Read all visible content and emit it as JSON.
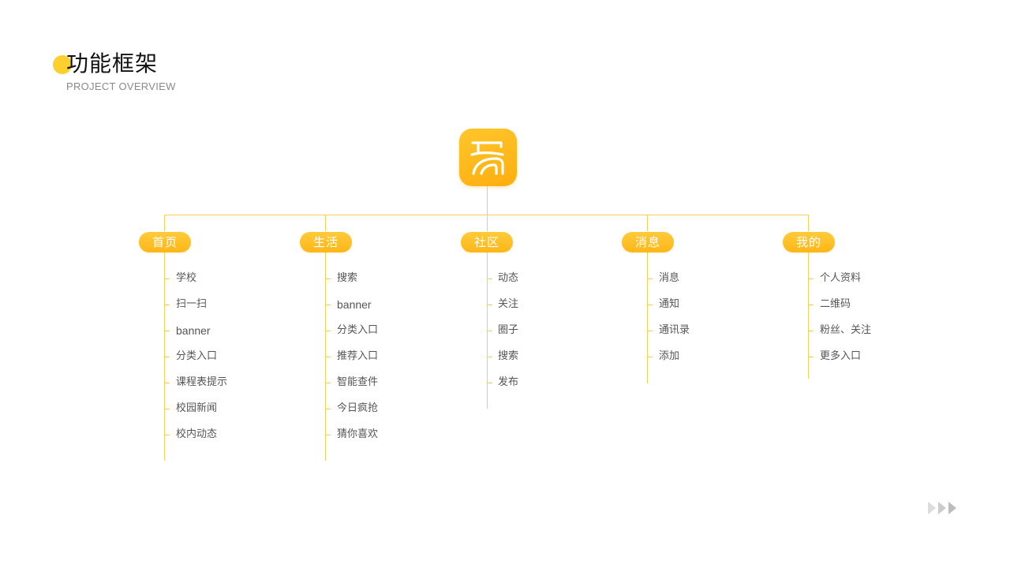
{
  "header": {
    "title": "功能框架",
    "subtitle": "PROJECT OVERVIEW"
  },
  "colors": {
    "accent": "#FFB618",
    "accent_light": "#FCD02F",
    "line": "#F9CC5C",
    "text": "#555555"
  },
  "root": {
    "icon": "app-logo-icon"
  },
  "categories": [
    {
      "label": "首页",
      "items": [
        "学校",
        "扫一扫",
        "banner",
        "分类入口",
        "课程表提示",
        "校园新闻",
        "校内动态"
      ]
    },
    {
      "label": "生活",
      "items": [
        "搜索",
        "banner",
        "分类入口",
        "推荐入口",
        "智能查件",
        "今日疯抢",
        "猜你喜欢"
      ]
    },
    {
      "label": "社区",
      "items": [
        "动态",
        "关注",
        "圈子",
        "搜索",
        "发布"
      ]
    },
    {
      "label": "消息",
      "items": [
        "消息",
        "通知",
        "通讯录",
        "添加"
      ]
    },
    {
      "label": "我的",
      "items": [
        "个人资料",
        "二维码",
        "粉丝、关注",
        "更多入口"
      ]
    }
  ],
  "footer": {
    "icon": "next-arrows-icon"
  }
}
